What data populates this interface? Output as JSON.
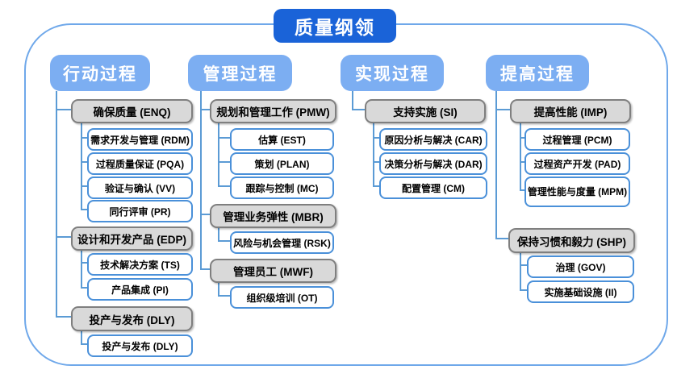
{
  "title": "质量纲领",
  "colors": {
    "title_blue": "#1a63d8",
    "header_blue": "#7caef2",
    "group_gray_fill": "#d9d9d9",
    "group_gray_border": "#7f7f7f",
    "leaf_border_blue": "#4a90d9",
    "connector_blue": "#5b9bd5",
    "outer_border_blue": "#6fa8ea",
    "text_black": "#000000",
    "text_white": "#ffffff"
  },
  "columns": [
    {
      "header": "行动过程",
      "groups": [
        {
          "label": "确保质量 (ENQ)",
          "children": [
            "需求开发与管理 (RDM)",
            "过程质量保证 (PQA)",
            "验证与确认 (VV)",
            "同行评审 (PR)"
          ]
        },
        {
          "label": "设计和开发产品 (EDP)",
          "children": [
            "技术解决方案 (TS)",
            "产品集成 (PI)"
          ]
        },
        {
          "label": "投产与发布 (DLY)",
          "children": [
            "投产与发布 (DLY)"
          ]
        }
      ]
    },
    {
      "header": "管理过程",
      "groups": [
        {
          "label": "规划和管理工作 (PMW)",
          "children": [
            "估算 (EST)",
            "策划 (PLAN)",
            "跟踪与控制 (MC)"
          ]
        },
        {
          "label": "管理业务弹性 (MBR)",
          "children": [
            "风险与机会管理 (RSK)"
          ]
        },
        {
          "label": "管理员工 (MWF)",
          "children": [
            "组织级培训 (OT)"
          ]
        }
      ]
    },
    {
      "header": "实现过程",
      "groups": [
        {
          "label": "支持实施 (SI)",
          "children": [
            "原因分析与解决 (CAR)",
            "决策分析与解决 (DAR)",
            "配置管理 (CM)"
          ]
        }
      ]
    },
    {
      "header": "提高过程",
      "groups": [
        {
          "label": "提高性能 (IMP)",
          "children": [
            "过程管理 (PCM)",
            "过程资产开发 (PAD)",
            "管理性能与度量 (MPM)"
          ]
        },
        {
          "label": "保持习惯和毅力 (SHP)",
          "children": [
            "治理 (GOV)",
            "实施基础设施 (II)"
          ]
        }
      ]
    }
  ]
}
